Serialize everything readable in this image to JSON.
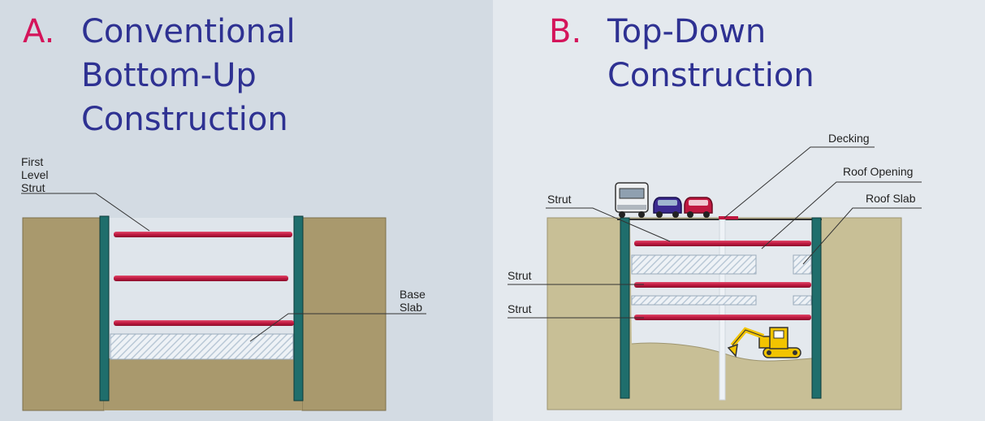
{
  "panel_a": {
    "letter": "A.",
    "title_lines": [
      "Conventional",
      "Bottom-Up",
      "Construction"
    ],
    "labels": {
      "first_level_strut": [
        "First",
        "Level",
        "Strut"
      ],
      "base_slab": [
        "Base",
        "Slab"
      ]
    }
  },
  "panel_b": {
    "letter": "B.",
    "title_lines": [
      "Top-Down",
      "Construction"
    ],
    "labels": {
      "decking": "Decking",
      "roof_opening": "Roof Opening",
      "roof_slab": "Roof Slab",
      "strut_top": "Strut",
      "strut_mid": "Strut",
      "strut_low": "Strut"
    }
  },
  "colors": {
    "soil_a": "#a9996d",
    "soil_b": "#c8bf96",
    "wall": "#1f6e6c",
    "strut": "#c01840",
    "slab_hatch": "#b9c8d6",
    "excavator": "#f2c400"
  }
}
